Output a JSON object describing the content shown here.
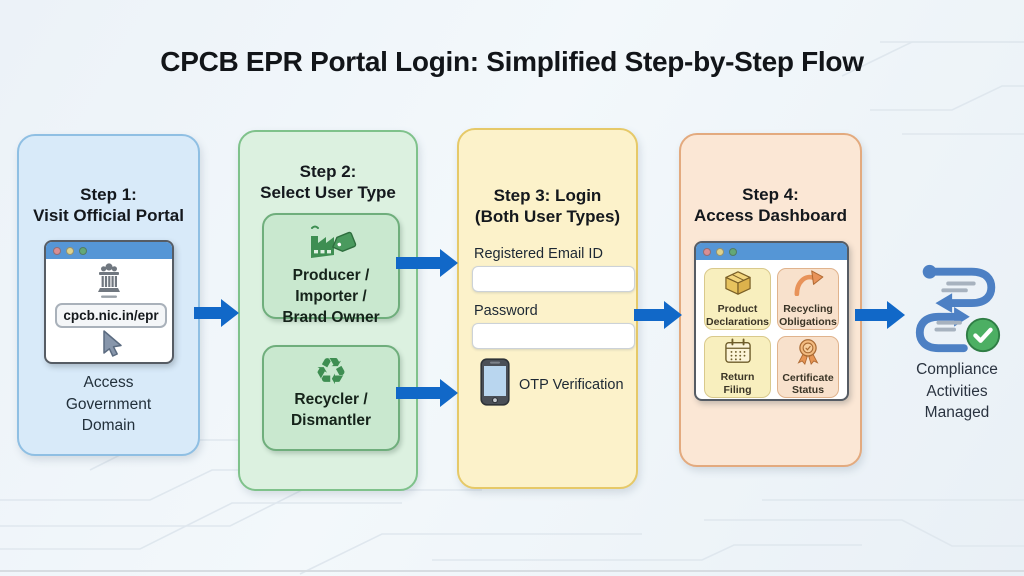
{
  "title": "CPCB EPR Portal Login: Simplified Step-by-Step Flow",
  "colors": {
    "arrow_blue": "#1168c8",
    "step1_fill": "#d8eaf9",
    "step1_border": "#8fbfe3",
    "step2_fill": "#dcf1e0",
    "step2_border": "#7fc28b",
    "step3_fill": "#fcf2ca",
    "step3_border": "#e6c968",
    "step4_fill": "#fbe7d5",
    "step4_border": "#e3aa7e",
    "titlebar_blue": "#5596d6",
    "window_dot_red": "#d98e93",
    "window_dot_yellow": "#ded28c",
    "window_dot_green": "#63a877",
    "icon_green": "#3e8e52",
    "check_green": "#4caf63"
  },
  "step1": {
    "heading1": "Step 1:",
    "heading2": "Visit Official Portal",
    "browser": {
      "url": "cpcb.nic.in/epr",
      "emblem_icon": "india-emblem-icon",
      "cursor_icon": "cursor-arrow-icon"
    },
    "caption1": "Access",
    "caption2": "Government",
    "caption3": "Domain"
  },
  "step2": {
    "heading1": "Step 2:",
    "heading2": "Select User Type",
    "card1": {
      "icon": "factory-tag-icon",
      "line1": "Producer /",
      "line2": "Importer /",
      "line3": "Brand Owner"
    },
    "card2": {
      "icon": "recycle-icon",
      "glyph": "♻",
      "line1": "Recycler /",
      "line2": "Dismantler"
    }
  },
  "step3": {
    "heading1": "Step 3: Login",
    "heading2": "(Both User Types)",
    "email_label": "Registered Email ID",
    "email_value": "",
    "password_label": "Password",
    "password_value": "",
    "otp_icon": "smartphone-icon",
    "otp_label": "OTP Verification"
  },
  "step4": {
    "heading1": "Step 4:",
    "heading2": "Access Dashboard",
    "tiles": [
      {
        "icon": "package-icon",
        "label": "Product Declarations"
      },
      {
        "icon": "recycle-arrow-icon",
        "label": "Recycling Obligations"
      },
      {
        "icon": "calendar-icon",
        "label": "Return Filing"
      },
      {
        "icon": "medal-icon",
        "label": "Certificate Status"
      }
    ]
  },
  "outcome": {
    "icon": "workflow-icon",
    "check_icon": "check-circle-icon",
    "line1": "Compliance",
    "line2": "Activities",
    "line3": "Managed"
  }
}
